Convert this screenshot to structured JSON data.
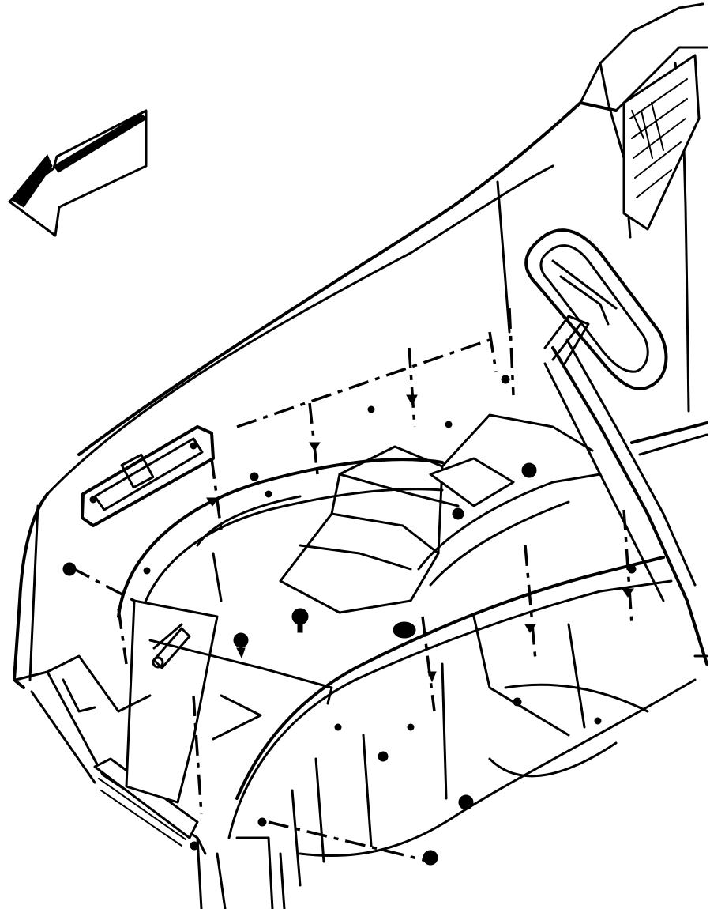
{
  "diagram": {
    "subject": "",
    "parts": [
      {
        "id": "direction-arrow",
        "icon": "arrow-left-icon"
      },
      {
        "id": "fender-liner"
      },
      {
        "id": "fender-panel"
      },
      {
        "id": "side-marker-lamp"
      },
      {
        "id": "side-mirror"
      },
      {
        "id": "hood-hinge-brace"
      },
      {
        "id": "fastener"
      }
    ],
    "colors": {
      "line": "#000000",
      "background": "#ffffff"
    }
  }
}
